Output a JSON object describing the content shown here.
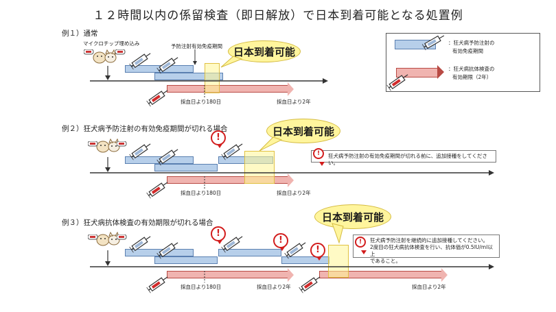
{
  "title": "１２時間以内の係留検査（即日解放）で日本到着可能となる処置例",
  "ex1": {
    "label": "例１）通常",
    "microchip": "マイクロチップ埋め込み",
    "period": "予防注射有効免疫期間",
    "arrive": "日本到着可能",
    "d180": "採血日より180日",
    "y2": "採血日より2年"
  },
  "ex2": {
    "label": "例２）狂犬病予防注射の有効免疫期間が切れる場合",
    "arrive": "日本到着可能",
    "d180": "採血日より180日",
    "y2": "採血日より2年",
    "note": "狂犬病予防注射の有効免疫期間が切れる前に、追加接種をしてください。"
  },
  "ex3": {
    "label": "例３）狂犬病抗体検査の有効期限が切れる場合",
    "arrive": "日本到着可能",
    "d180": "採血日より180日",
    "y2a": "採血日より2年",
    "y2b": "採血日より2年",
    "note1": "狂犬病予防注射を継続的に追加接種してください。",
    "note2": "2度目の狂犬病抗体検査を行い、抗体価が0.5IU/ml以上",
    "note3": "であること。"
  },
  "legend": {
    "blue1": "：狂犬病予防注射の",
    "blue2": "有効免疫期間",
    "red1": "：狂犬病抗体検査の",
    "red2": "有効期限（2年）"
  },
  "icons": [
    "dog-cat-icon",
    "microchip-icon",
    "syringe-icon",
    "blood-syringe-icon",
    "warning-icon"
  ],
  "colors": {
    "blue": "#b7cfea",
    "red": "#f0b4b0",
    "yellow": "#fff59d",
    "warning": "#d21c1c"
  }
}
